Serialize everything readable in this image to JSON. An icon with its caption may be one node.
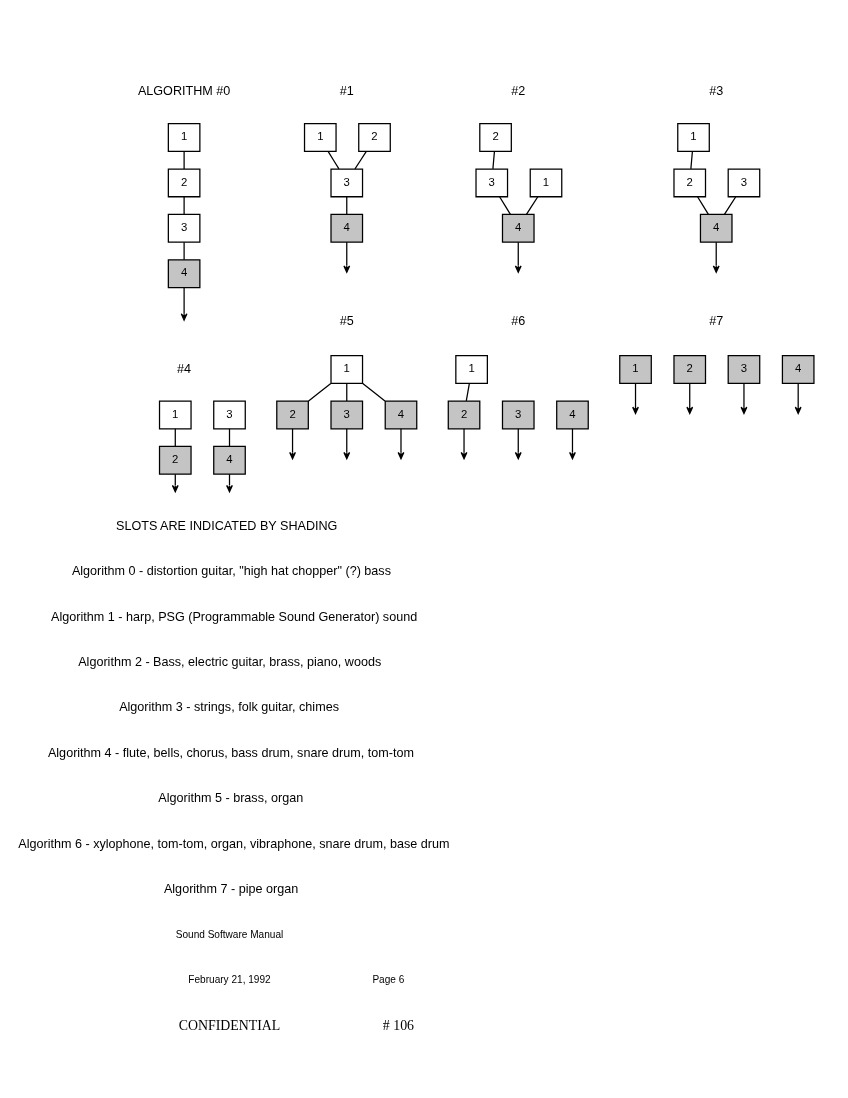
{
  "diagram": {
    "nodes": [
      {
        "text": [
          "1"
        ]
      },
      {
        "text": [
          "2"
        ]
      },
      {
        "text": [
          "3"
        ]
      },
      {
        "text": [
          "4"
        ]
      },
      {
        "text": [
          "1"
        ]
      },
      {
        "text": [
          "2"
        ]
      },
      {
        "text": [
          "3"
        ]
      },
      {
        "text": [
          "4"
        ]
      },
      {
        "text": [
          "2"
        ]
      },
      {
        "text": [
          "3"
        ]
      },
      {
        "text": [
          "1"
        ]
      },
      {
        "text": [
          "4"
        ]
      },
      {
        "text": [
          "1"
        ]
      },
      {
        "text": [
          "3"
        ]
      },
      {
        "text": [
          "2"
        ]
      },
      {
        "text": [
          "4"
        ]
      },
      {
        "text": [
          "1"
        ]
      },
      {
        "text": [
          "3"
        ]
      },
      {
        "text": [
          "2"
        ]
      },
      {
        "text": [
          "4"
        ]
      },
      {
        "text": [
          "1"
        ]
      },
      {
        "text": [
          "2"
        ]
      },
      {
        "text": [
          "3"
        ]
      },
      {
        "text": [
          "4"
        ]
      },
      {
        "text": [
          "1"
        ]
      },
      {
        "text": [
          "2"
        ]
      },
      {
        "text": [
          "3"
        ]
      },
      {
        "text": [
          "4"
        ]
      },
      {
        "text": [
          "1"
        ]
      },
      {
        "text": [
          "2"
        ]
      },
      {
        "text": [
          "3"
        ]
      },
      {
        "text": [
          "4"
        ]
      }
    ],
    "edges": [
      {
        "from": 0,
        "to": 1,
        "arrow": "none"
      },
      {
        "from": 1,
        "to": 2,
        "arrow": "none"
      },
      {
        "from": 2,
        "to": 3,
        "arrow": "none"
      },
      {
        "from": 3,
        "to": null,
        "arrow": "to"
      },
      {
        "from": 4,
        "to": 6,
        "arrow": "none"
      },
      {
        "from": 5,
        "to": 6,
        "arrow": "none"
      },
      {
        "from": 6,
        "to": 7,
        "arrow": "none"
      },
      {
        "from": 7,
        "to": null,
        "arrow": "to"
      },
      {
        "from": 8,
        "to": 9,
        "arrow": "none"
      },
      {
        "from": 9,
        "to": 11,
        "arrow": "none"
      },
      {
        "from": 10,
        "to": 11,
        "arrow": "none"
      },
      {
        "from": 11,
        "to": null,
        "arrow": "to"
      },
      {
        "from": 12,
        "to": 14,
        "arrow": "none"
      },
      {
        "from": 13,
        "to": 15,
        "arrow": "none"
      },
      {
        "from": 14,
        "to": 15,
        "arrow": "none"
      },
      {
        "from": 15,
        "to": null,
        "arrow": "to"
      },
      {
        "from": 16,
        "to": 18,
        "arrow": "none"
      },
      {
        "from": 17,
        "to": 19,
        "arrow": "none"
      },
      {
        "from": 18,
        "to": null,
        "arrow": "to"
      },
      {
        "from": 19,
        "to": null,
        "arrow": "to"
      },
      {
        "from": 20,
        "to": 21,
        "arrow": "none"
      },
      {
        "from": 20,
        "to": 22,
        "arrow": "none"
      },
      {
        "from": 20,
        "to": 23,
        "arrow": "none"
      },
      {
        "from": 21,
        "to": null,
        "arrow": "to"
      },
      {
        "from": 22,
        "to": null,
        "arrow": "to"
      },
      {
        "from": 23,
        "to": null,
        "arrow": "to"
      },
      {
        "from": 24,
        "to": 25,
        "arrow": "none"
      },
      {
        "from": 25,
        "to": null,
        "arrow": "to"
      },
      {
        "from": 26,
        "to": null,
        "arrow": "to"
      },
      {
        "from": 27,
        "to": null,
        "arrow": "to"
      },
      {
        "from": 28,
        "to": null,
        "arrow": "to"
      },
      {
        "from": 29,
        "to": null,
        "arrow": "to"
      },
      {
        "from": 30,
        "to": null,
        "arrow": "to"
      },
      {
        "from": 31,
        "to": null,
        "arrow": "to"
      }
    ],
    "labels": [
      "ALGORITHM #0",
      "#1",
      "#2",
      "#3",
      "#4",
      "#5",
      "#6",
      "#7",
      "SLOTS ARE INDICATED BY SHADING",
      "Algorithm 0 - distortion guitar, \"high hat chopper\" (?) bass",
      "Algorithm 1 - harp, PSG (Programmable Sound Generator) sound",
      "Algorithm 2 - Bass, electric guitar, brass, piano, woods",
      "Algorithm 3 - strings, folk guitar, chimes",
      "Algorithm 4 - flute, bells, chorus, bass drum, snare drum, tom-tom",
      "Algorithm 5 - brass, organ",
      "Algorithm 6 - xylophone, tom-tom, organ, vibraphone, snare drum, base drum",
      "Algorithm 7 - pipe organ",
      "Sound Software Manual",
      "February 21, 1992",
      "Page 6",
      "CONFIDENTIAL",
      "# 106"
    ]
  }
}
